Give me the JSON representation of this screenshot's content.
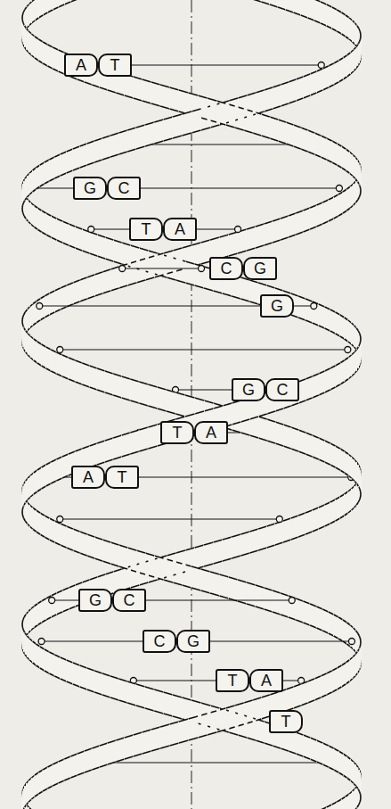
{
  "diagram": {
    "nodes": [
      {
        "text": [
          "A"
        ]
      },
      {
        "text": [
          "T"
        ]
      },
      {
        "text": [
          "G"
        ]
      },
      {
        "text": [
          "C"
        ]
      },
      {
        "text": [
          "T"
        ]
      },
      {
        "text": [
          "A"
        ]
      },
      {
        "text": [
          "C"
        ]
      },
      {
        "text": [
          "G"
        ]
      },
      {
        "text": [
          "G"
        ]
      },
      {
        "text": [
          "G"
        ]
      },
      {
        "text": [
          "C"
        ]
      },
      {
        "text": [
          "T"
        ]
      },
      {
        "text": [
          "A"
        ]
      },
      {
        "text": [
          "A"
        ]
      },
      {
        "text": [
          "T"
        ]
      },
      {
        "text": [
          "G"
        ]
      },
      {
        "text": [
          "C"
        ]
      },
      {
        "text": [
          "C"
        ]
      },
      {
        "text": [
          "G"
        ]
      },
      {
        "text": [
          "T"
        ]
      },
      {
        "text": [
          "A"
        ]
      },
      {
        "text": [
          "T"
        ]
      }
    ]
  }
}
